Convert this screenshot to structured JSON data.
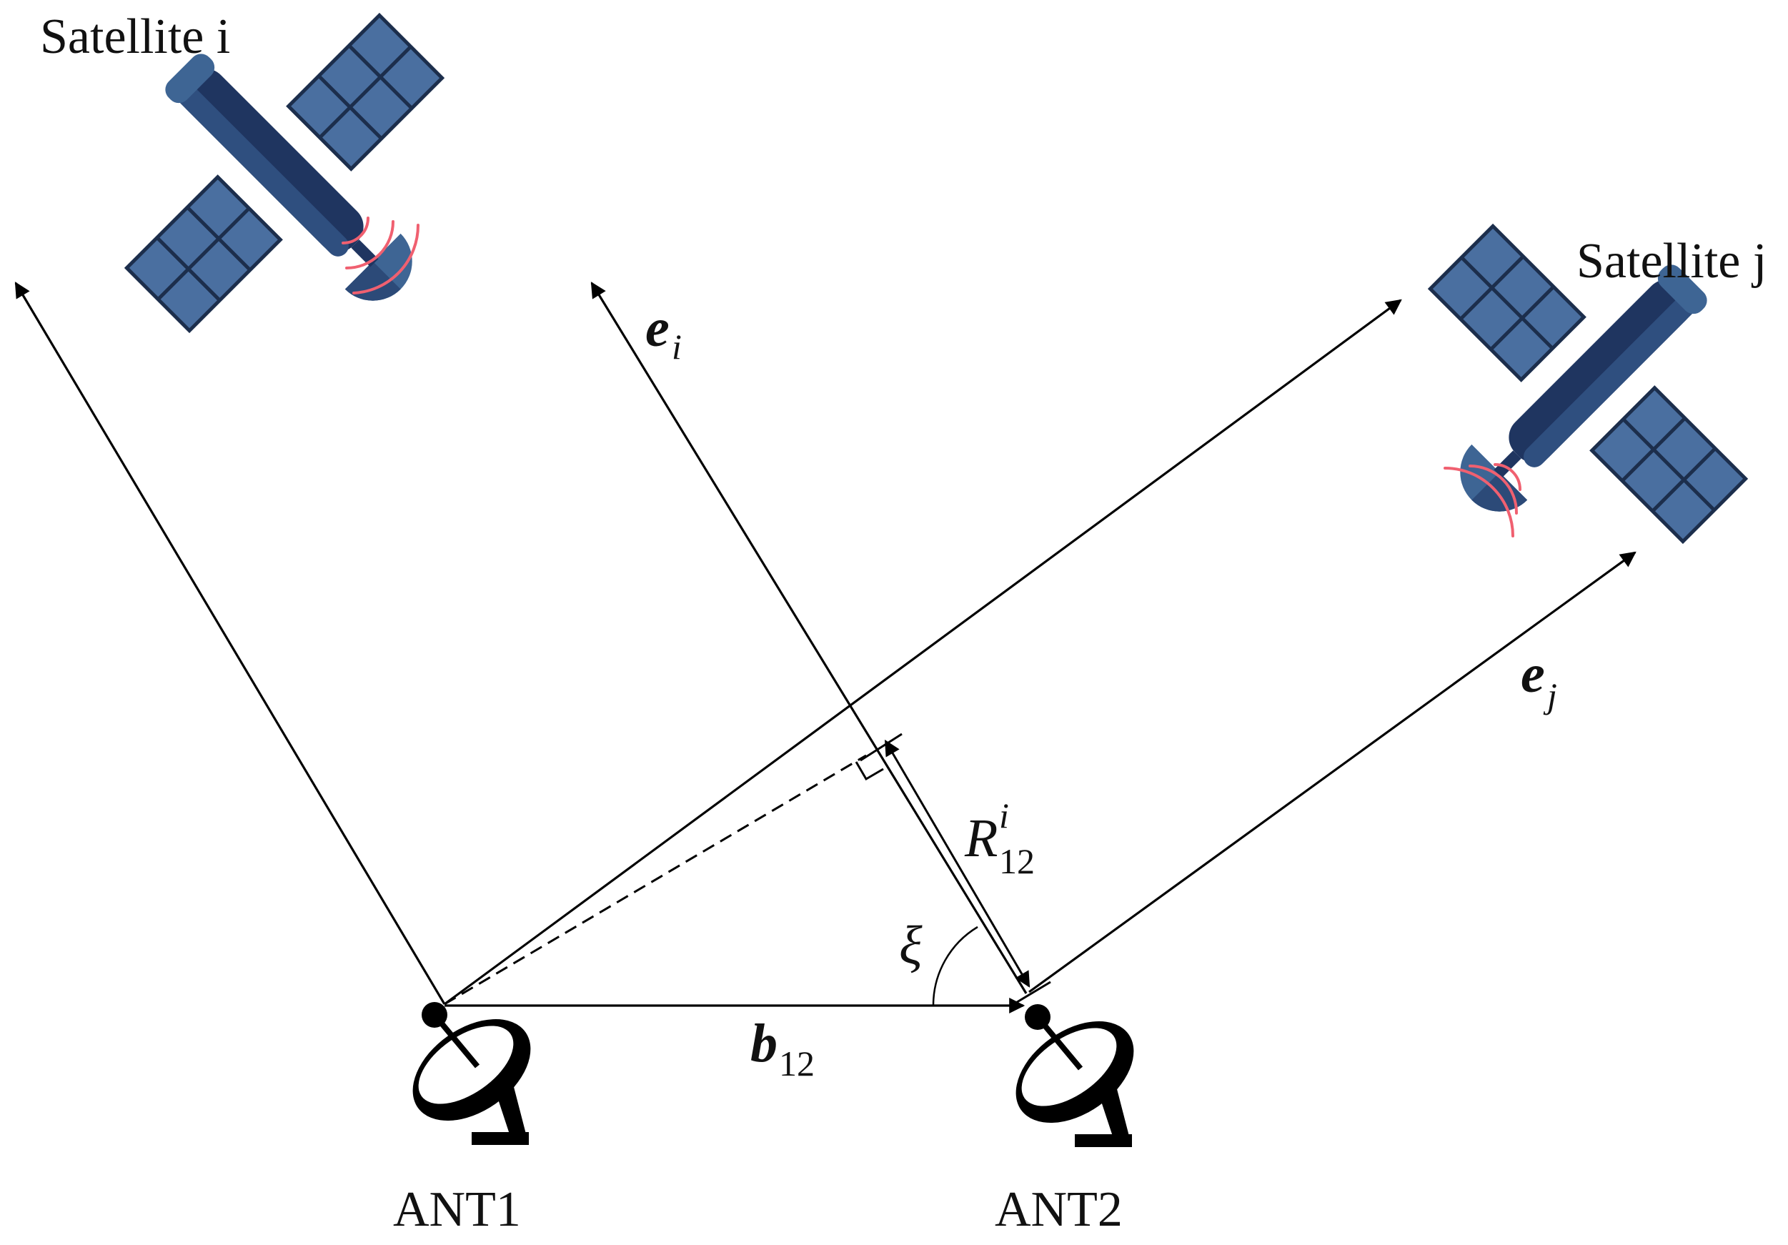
{
  "labels": {
    "satellite_i": "Satellite i",
    "satellite_j": "Satellite j",
    "ant1": "ANT1",
    "ant2": "ANT2",
    "e_i": {
      "base": "e",
      "sub": "i"
    },
    "e_j": {
      "base": "e",
      "sub": "j"
    },
    "b12": {
      "base": "b",
      "sub": "12"
    },
    "r12i": {
      "base": "R",
      "sup": "i",
      "sub": "12"
    },
    "xi": "ξ"
  },
  "colors": {
    "line": "#000000",
    "panel": "#4a6fa0",
    "panel_grid": "#1c2e4c",
    "body": "#1f3560",
    "body_light": "#2f4f7f",
    "dish": "#3e6594",
    "signal": "#f06070",
    "antenna": "#000000"
  },
  "icons": {
    "satellite": "satellite-icon",
    "antenna": "dish-antenna-icon"
  }
}
